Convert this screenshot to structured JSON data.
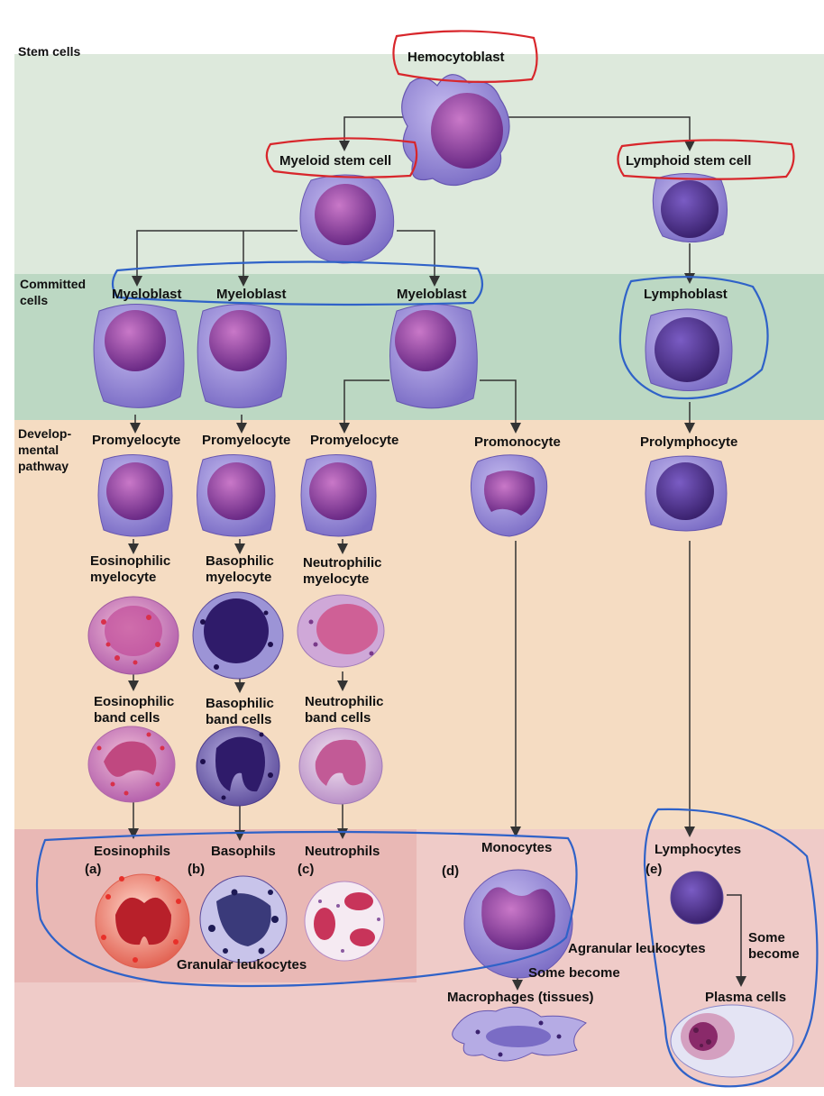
{
  "sections": {
    "stem": "Stem cells",
    "committed": "Committed\ncells",
    "developmental": "Develop-\nmental\npathway"
  },
  "labels": {
    "hemocytoblast": "Hemocytoblast",
    "myeloid_stem_cell": "Myeloid stem cell",
    "lymphoid_stem_cell": "Lymphoid stem cell",
    "myeloblast_1": "Myeloblast",
    "myeloblast_2": "Myeloblast",
    "myeloblast_3": "Myeloblast",
    "lymphoblast": "Lymphoblast",
    "promyelocyte_1": "Promyelocyte",
    "promyelocyte_2": "Promyelocyte",
    "promyelocyte_3": "Promyelocyte",
    "promonocyte": "Promonocyte",
    "prolymphocyte": "Prolymphocyte",
    "eosinophilic_myelocyte": "Eosinophilic\nmyelocyte",
    "basophilic_myelocyte": "Basophilic\nmyelocyte",
    "neutrophilic_myelocyte": "Neutrophilic\nmyelocyte",
    "eosinophilic_band": "Eosinophilic\nband cells",
    "basophilic_band": "Basophilic\nband cells",
    "neutrophilic_band": "Neutrophilic\nband cells",
    "eosinophils": "Eosinophils",
    "basophils": "Basophils",
    "neutrophils": "Neutrophils",
    "monocytes": "Monocytes",
    "lymphocytes": "Lymphocytes",
    "tag_a": "(a)",
    "tag_b": "(b)",
    "tag_c": "(c)",
    "tag_d": "(d)",
    "tag_e": "(e)",
    "granular_leukocytes": "Granular leukocytes",
    "agranular_leukocytes": "Agranular leukocytes",
    "some_become_macro": "Some become",
    "macrophages": "Macrophages (tissues)",
    "some_become_plasma": "Some\nbecome",
    "plasma_cells": "Plasma cells"
  },
  "colors": {
    "band_stem": "#dde9dc",
    "band_committed": "#bcd8c3",
    "band_dev": "#f5dcc2",
    "band_final": "#efcbc8",
    "band_final_dark": "#e8b5b3",
    "cell_body": "#8e7fd0",
    "nucleus": "#6b2a86",
    "arrow": "#333333",
    "annotation_red": "#d8262b",
    "annotation_blue": "#2f62c8"
  }
}
